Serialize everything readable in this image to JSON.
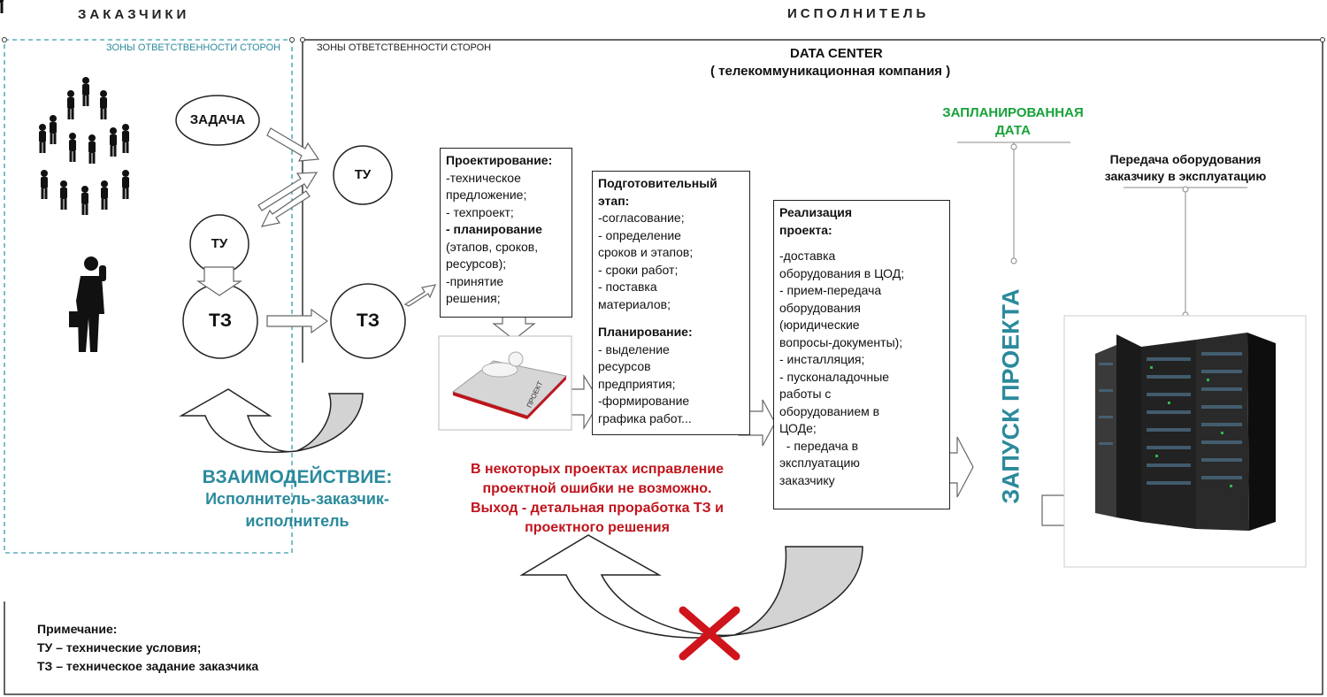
{
  "headers": {
    "customer": "ЗАКАЗЧИКИ",
    "contractor": "ИСПОЛНИТЕЛЬ",
    "zone_left": "ЗОНЫ ОТВЕТСТВЕННОСТИ СТОРОН",
    "zone_right": "ЗОНЫ ОТВЕТСТВЕННОСТИ СТОРОН",
    "dc_title": "DATA CENTER",
    "dc_subtitle": "( телекоммуникационная компания )"
  },
  "circles": {
    "task": "ЗАДАЧА",
    "tu_right": "ТУ",
    "tu_left": "ТУ",
    "tz_left": "ТЗ",
    "tz_right": "ТЗ"
  },
  "book_label": "ПРОЕКТ",
  "box_design": {
    "title": "Проектирование:",
    "lines": [
      "-техническое",
      "предложение;",
      "- техпроект;"
    ],
    "bold_line": "- планирование",
    "lines2": [
      "(этапов, сроков,",
      "ресурсов);",
      "-принятие",
      "решения;"
    ]
  },
  "box_prep": {
    "title_lines": [
      "Подготовительный",
      "этап:"
    ],
    "lines": [
      "-согласование;",
      "- определение",
      "сроков и  этапов;",
      "- сроки работ;",
      "- поставка",
      "материалов;"
    ],
    "title2": "Планирование:",
    "lines2": [
      "- выделение",
      "ресурсов",
      "предприятия;",
      "-формирование",
      "графика работ..."
    ]
  },
  "box_impl": {
    "title_lines": [
      "Реализация",
      "проекта:"
    ],
    "lines": [
      "-доставка",
      "оборудования в ЦОД;",
      "- прием-передача",
      "оборудования",
      "(юридические",
      "вопросы-документы);",
      "- инсталляция;",
      "- пусконаладочные",
      "работы с",
      "оборудованием в",
      "ЦОДе;",
      "  - передача в",
      "эксплуатацию",
      "заказчику"
    ]
  },
  "planned_date": [
    "ЗАПЛАНИРОВАННАЯ",
    "ДАТА"
  ],
  "launch": "ЗАПУСК ПРОЕКТА",
  "handover": [
    "Передача оборудования",
    "заказчику в эксплуатацию"
  ],
  "interaction": [
    "ВЗАИМОДЕЙСТВИЕ:",
    "Исполнитель-заказчик-",
    "исполнитель"
  ],
  "warning": [
    "В некоторых проектах исправление",
    "проектной ошибки не возможно.",
    "Выход - детальная проработка ТЗ и",
    "проектного решения"
  ],
  "note": {
    "title": "Примечание:",
    "lines": [
      "ТУ – технические условия;",
      "ТЗ – техническое задание заказчика"
    ]
  },
  "colors": {
    "teal": "#2b8a9c",
    "red": "#c0141c",
    "green": "#17a23a"
  }
}
